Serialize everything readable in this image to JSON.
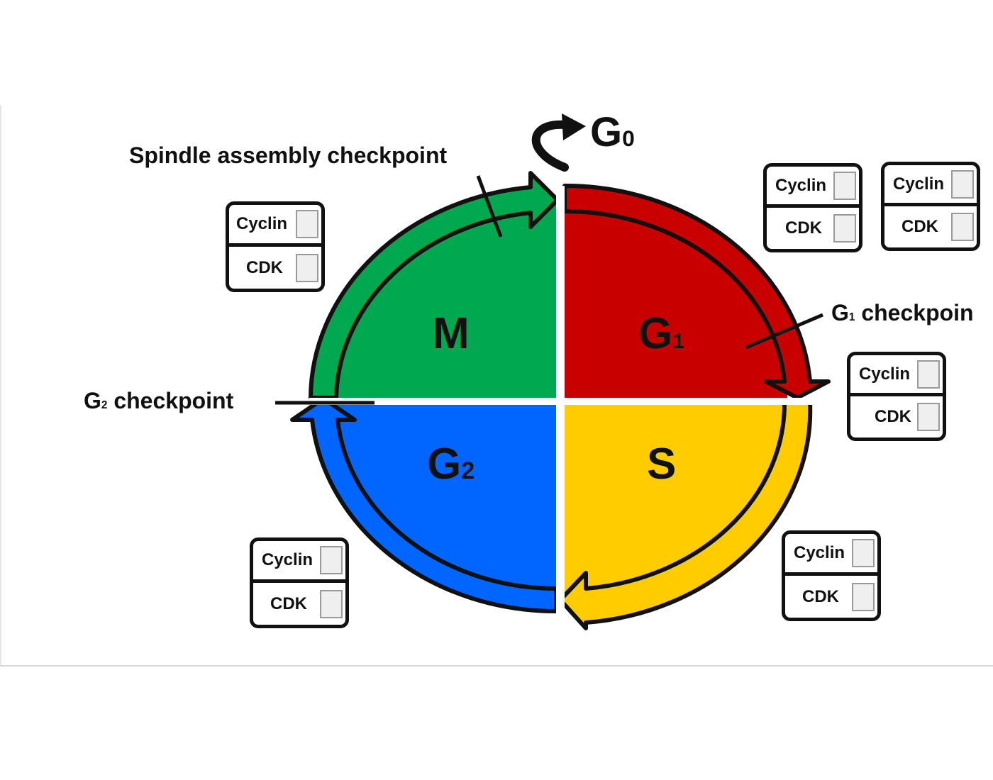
{
  "labels": {
    "spindle_checkpoint": "Spindle assembly checkpoint",
    "g2_checkpoint_base": "G",
    "g2_checkpoint_sub": "2",
    "g2_checkpoint_rest": " checkpoint",
    "g1_checkpoint_base": "G",
    "g1_checkpoint_sub": "1",
    "g1_checkpoint_rest": " checkpoin",
    "g0_base": "G",
    "g0_sub": "0"
  },
  "phases": {
    "m": "M",
    "g1_base": "G",
    "g1_sub": "1",
    "g2_base": "G",
    "g2_sub": "2",
    "s": "S"
  },
  "colors": {
    "m": "#00A94F",
    "g1": "#C90000",
    "g2": "#0066FF",
    "s": "#FFCC00",
    "outline": "#111111"
  },
  "cards": [
    {
      "cyclin": "Cyclin",
      "cdk": "CDK"
    },
    {
      "cyclin": "Cyclin",
      "cdk": "CDK"
    },
    {
      "cyclin": "Cyclin",
      "cdk": "CDK"
    },
    {
      "cyclin": "Cyclin",
      "cdk": "CDK"
    },
    {
      "cyclin": "Cyclin",
      "cdk": "CDK"
    },
    {
      "cyclin": "Cyclin",
      "cdk": "CDK"
    }
  ]
}
